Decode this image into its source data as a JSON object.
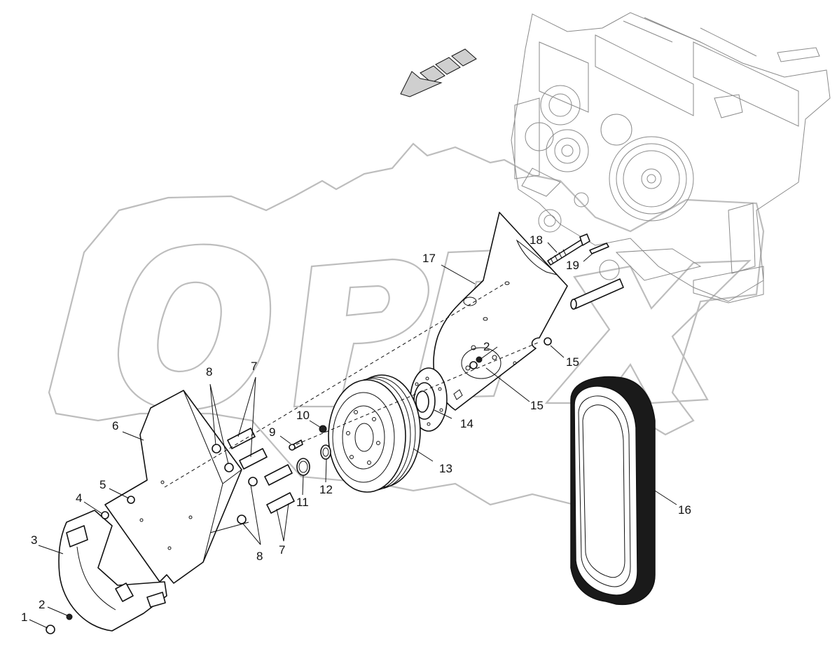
{
  "diagram": {
    "watermark": "OPEX",
    "callouts": [
      {
        "id": "c1",
        "label": "1"
      },
      {
        "id": "c2a",
        "label": "2"
      },
      {
        "id": "c2b",
        "label": "2"
      },
      {
        "id": "c3",
        "label": "3"
      },
      {
        "id": "c4",
        "label": "4"
      },
      {
        "id": "c5",
        "label": "5"
      },
      {
        "id": "c6",
        "label": "6"
      },
      {
        "id": "c7a",
        "label": "7"
      },
      {
        "id": "c7b",
        "label": "7"
      },
      {
        "id": "c8a",
        "label": "8"
      },
      {
        "id": "c8b",
        "label": "8"
      },
      {
        "id": "c9",
        "label": "9"
      },
      {
        "id": "c10",
        "label": "10"
      },
      {
        "id": "c11",
        "label": "11"
      },
      {
        "id": "c12",
        "label": "12"
      },
      {
        "id": "c13",
        "label": "13"
      },
      {
        "id": "c14",
        "label": "14"
      },
      {
        "id": "c15a",
        "label": "15"
      },
      {
        "id": "c15b",
        "label": "15"
      },
      {
        "id": "c16",
        "label": "16"
      },
      {
        "id": "c17",
        "label": "17"
      },
      {
        "id": "c18",
        "label": "18"
      },
      {
        "id": "c19",
        "label": "19"
      }
    ]
  }
}
